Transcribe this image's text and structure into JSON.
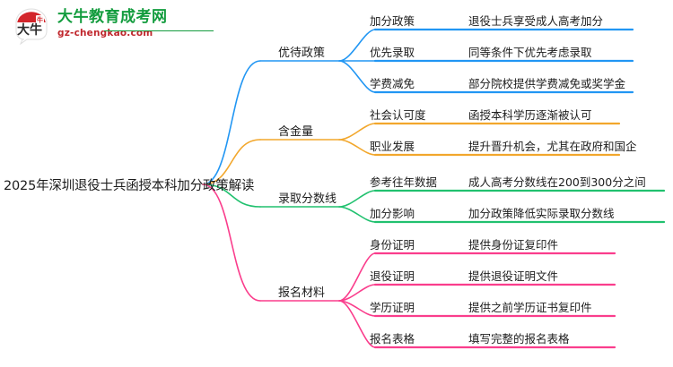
{
  "logo": {
    "name_cn": "大牛教育成考网",
    "name_en": "gz-chengkao.com",
    "mark_text": "大牛",
    "mark_badge": "牛",
    "green": "#139c3e",
    "red": "#c0272d"
  },
  "mindmap": {
    "root": {
      "label": "2025年深圳退役士兵函授本科加分政策解读"
    },
    "branches": [
      {
        "label": "优待政策",
        "color": "#2196f3",
        "children": [
          {
            "label": "加分政策",
            "desc": "退役士兵享受成人高考加分"
          },
          {
            "label": "优先录取",
            "desc": "同等条件下优先考虑录取"
          },
          {
            "label": "学费减免",
            "desc": "部分院校提供学费减免或奖学金"
          }
        ]
      },
      {
        "label": "含金量",
        "color": "#f2a72c",
        "children": [
          {
            "label": "社会认可度",
            "desc": "函授本科学历逐渐被认可"
          },
          {
            "label": "职业发展",
            "desc": "提升晋升机会，尤其在政府和国企"
          }
        ]
      },
      {
        "label": "录取分数线",
        "color": "#21c16f",
        "children": [
          {
            "label": "参考往年数据",
            "desc": "成人高考分数线在200到300分之间"
          },
          {
            "label": "加分影响",
            "desc": "加分政策降低实际录取分数线"
          }
        ]
      },
      {
        "label": "报名材料",
        "color": "#fa3d8c",
        "children": [
          {
            "label": "身份证明",
            "desc": "提供身份证复印件"
          },
          {
            "label": "退役证明",
            "desc": "提供退役证明文件"
          },
          {
            "label": "学历证明",
            "desc": "提供之前学历证书复印件"
          },
          {
            "label": "报名表格",
            "desc": "填写完整的报名表格"
          }
        ]
      }
    ]
  }
}
